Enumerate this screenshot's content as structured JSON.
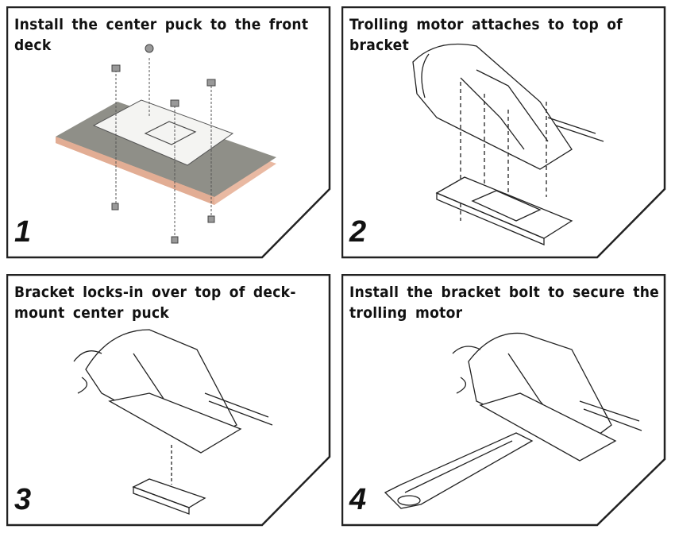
{
  "steps": [
    {
      "number": "1",
      "caption": "Install the center puck to the front deck"
    },
    {
      "number": "2",
      "caption": "Trolling motor attaches to top of bracket"
    },
    {
      "number": "3",
      "caption": "Bracket locks-in over top of deck-mount center puck"
    },
    {
      "number": "4",
      "caption": "Install the bracket bolt to secure the trolling motor"
    }
  ],
  "colors": {
    "border": "#222222",
    "deck": "#9a9a92",
    "deck_edge": "#e8b49a"
  }
}
